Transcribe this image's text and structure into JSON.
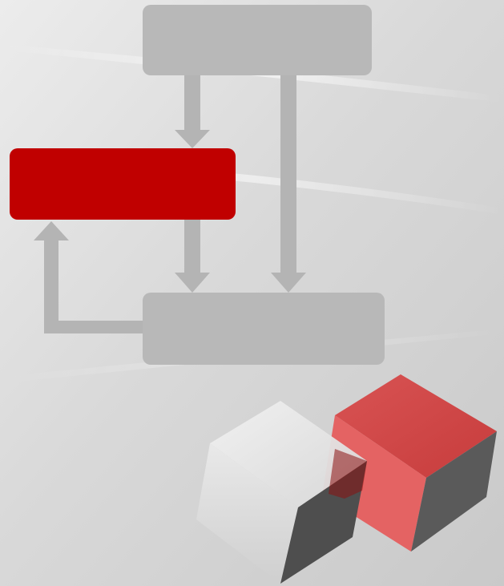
{
  "diagram": {
    "nodes": [
      {
        "id": "top-box",
        "label": "",
        "color": "#b8b8b8"
      },
      {
        "id": "middle-box",
        "label": "",
        "color": "#c00000"
      },
      {
        "id": "bottom-box",
        "label": "",
        "color": "#b8b8b8"
      }
    ],
    "edges": [
      {
        "from": "top-box",
        "to": "middle-box"
      },
      {
        "from": "top-box",
        "to": "bottom-box"
      },
      {
        "from": "middle-box",
        "to": "bottom-box"
      },
      {
        "from": "bottom-box",
        "to": "middle-box"
      }
    ],
    "arrow_color": "#b4b4b4"
  },
  "illustration": {
    "name": "two-cubes",
    "cube_colors": [
      "#e6e6e6",
      "#e03030"
    ]
  },
  "colors": {
    "background": "#dcdcdc",
    "accent": "#c00000"
  }
}
